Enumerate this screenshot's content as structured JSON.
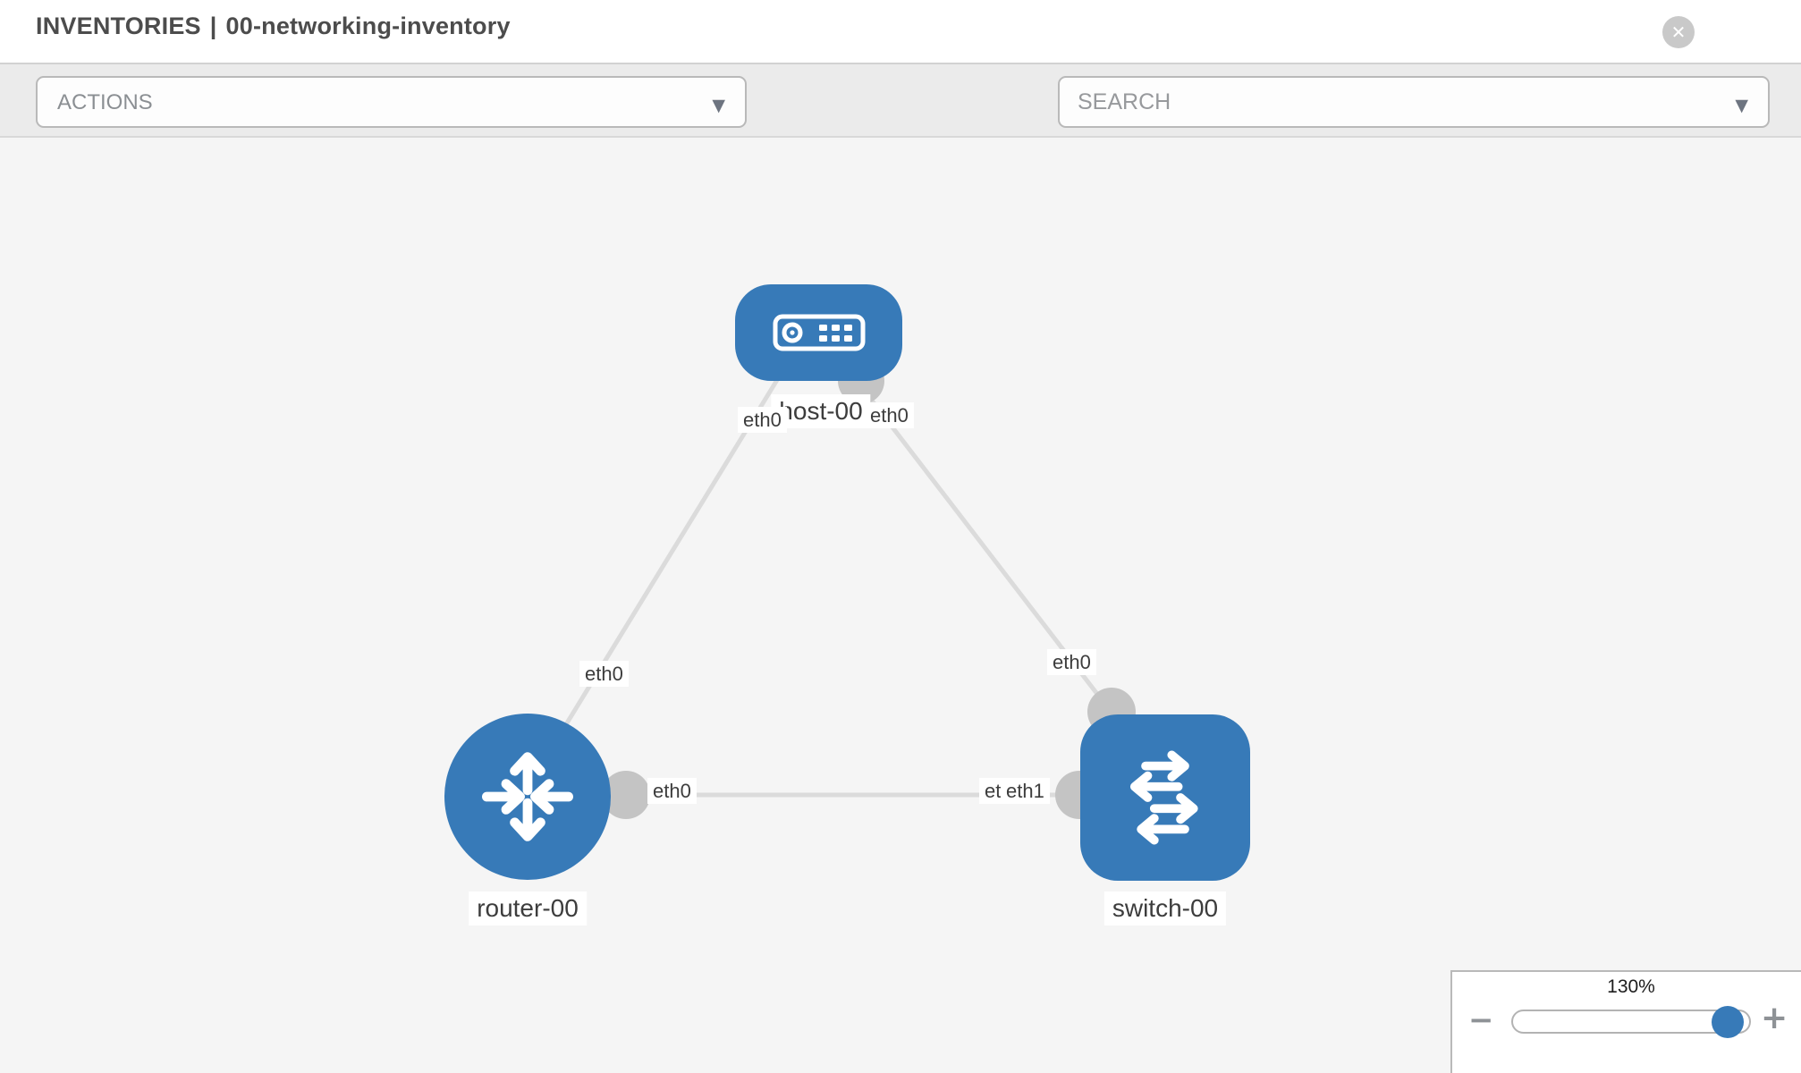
{
  "header": {
    "section": "INVENTORIES",
    "divider": "|",
    "inventory_name": "00-networking-inventory"
  },
  "toolbar": {
    "actions_placeholder": "ACTIONS",
    "search_placeholder": "SEARCH"
  },
  "icons": {
    "close": "✕",
    "caret": "▼",
    "wrench": "wrench",
    "key": "key"
  },
  "graph": {
    "nodes": [
      {
        "id": "host-00",
        "type": "host",
        "label": "host-00"
      },
      {
        "id": "router-00",
        "type": "router",
        "label": "router-00"
      },
      {
        "id": "switch-00",
        "type": "switch",
        "label": "switch-00"
      }
    ],
    "links": [
      {
        "from": "host-00",
        "to": "router-00",
        "from_interface": "eth0",
        "to_interface": "eth0"
      },
      {
        "from": "host-00",
        "to": "switch-00",
        "from_interface": "eth0",
        "to_interface": "eth0"
      },
      {
        "from": "router-00",
        "to": "switch-00",
        "from_interface": "eth0",
        "to_interface": "eth1"
      }
    ],
    "overlap_hidden_label": "eth0"
  },
  "zoom_control": {
    "value": "130%",
    "percent": 130,
    "minus": "−",
    "plus": "+"
  },
  "colors": {
    "node_blue": "#377ab8",
    "edge_gray": "#dbdbdb",
    "endpoint_gray": "#c4c4c4",
    "canvas_bg": "#f5f5f5",
    "toolbar_bg": "#ebebeb",
    "title_text": "#4c4c4c"
  }
}
